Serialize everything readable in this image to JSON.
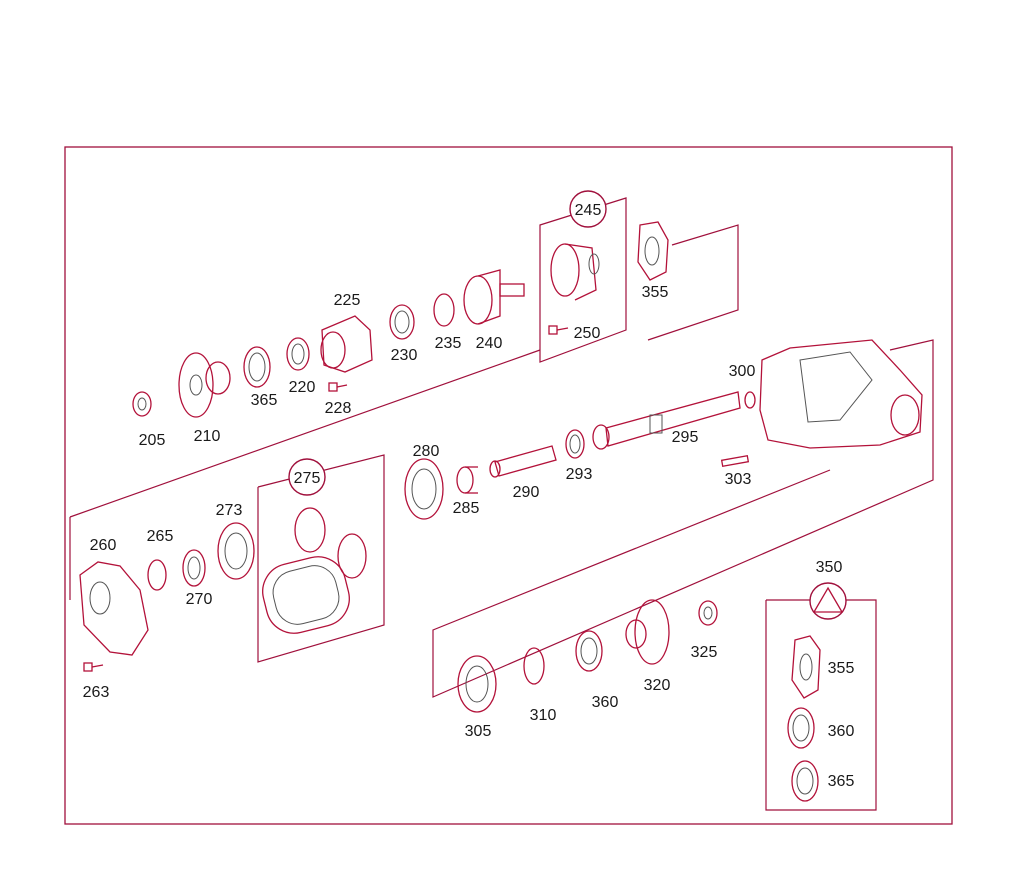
{
  "colors": {
    "frame": "#a0103c",
    "part": "#b3123a",
    "text": "#1a1a1a"
  },
  "labels": {
    "p205": "205",
    "p210": "210",
    "p365a": "365",
    "p220": "220",
    "p228": "228",
    "p225": "225",
    "p230": "230",
    "p235": "235",
    "p240": "240",
    "p245": "245",
    "p250": "250",
    "p355a": "355",
    "p300": "300",
    "p295": "295",
    "p303": "303",
    "p280": "280",
    "p285": "285",
    "p290": "290",
    "p293": "293",
    "p275": "275",
    "p273": "273",
    "p265": "265",
    "p270": "270",
    "p260": "260",
    "p263": "263",
    "p305": "305",
    "p310": "310",
    "p360a": "360",
    "p320": "320",
    "p325": "325",
    "p350": "350",
    "p355b": "355",
    "p360b": "360",
    "p365b": "365"
  }
}
